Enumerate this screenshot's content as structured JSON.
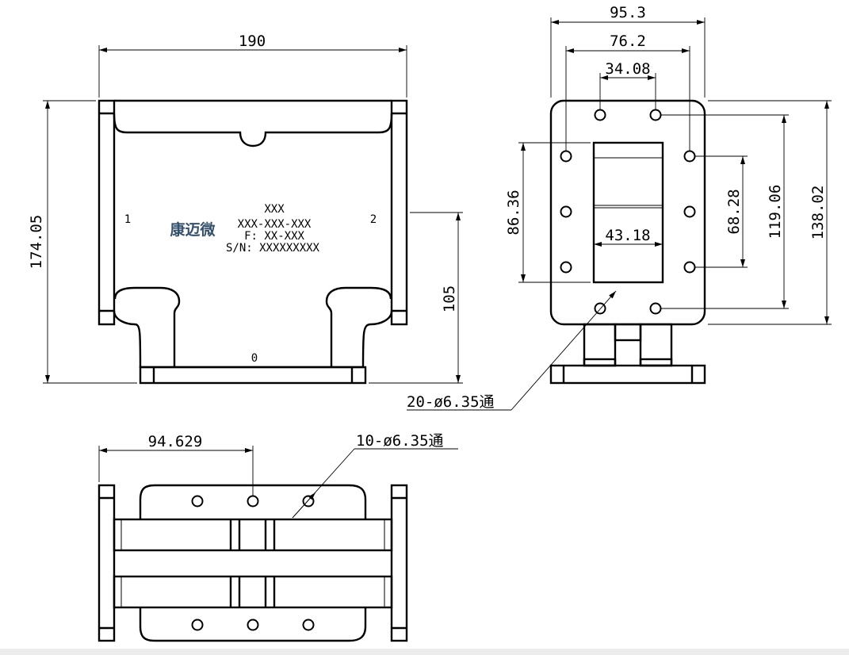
{
  "dimensions": {
    "front_width": "190",
    "front_height": "174.05",
    "front_port_height": "105",
    "side_outer_width": "95.3",
    "side_hole_span": "76.2",
    "side_inner_span": "34.08",
    "side_total_height": "138.02",
    "side_hole_height": "119.06",
    "side_inner_height": "68.28",
    "waveguide_height": "86.36",
    "waveguide_width": "43.18",
    "bottom_offset": "94.629"
  },
  "notes": {
    "side_holes": "20-ø6.35通",
    "bottom_holes": "10-ø6.35通"
  },
  "label": {
    "brand": "康迈微",
    "line1": "XXX",
    "line2": "XXX-XXX-XXX",
    "line3": "F: XX-XXX",
    "line4": "S/N: XXXXXXXXX"
  },
  "ports": {
    "port1": "1",
    "port2": "2",
    "port0": "0"
  },
  "colors": {
    "line": "#000000",
    "brand": "#35506a",
    "background": "#ffffff"
  }
}
